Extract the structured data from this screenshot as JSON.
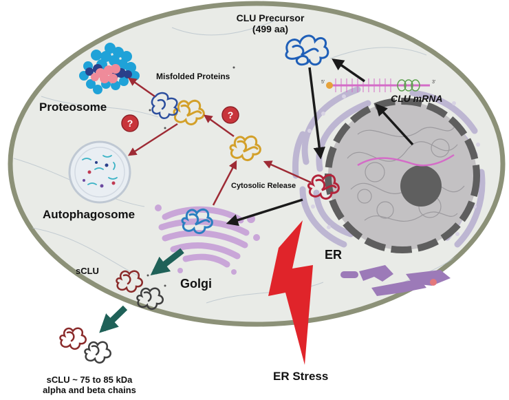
{
  "labels": {
    "clu_precursor_line1": "CLU Precursor",
    "clu_precursor_line2": "(499 aa)",
    "clu_mrna": "CLU mRNA",
    "misfolded_proteins": "Misfolded Proteins",
    "proteosome": "Proteosome",
    "autophagosome": "Autophagosome",
    "cytosolic_release": "Cytosolic Release",
    "er": "ER",
    "golgi": "Golgi",
    "sclu": "sCLU",
    "er_stress": "ER Stress",
    "sclu_size_line1": "sCLU ~ 75 to 85 kDa",
    "sclu_size_line2": "alpha and beta chains",
    "question_mark": "?",
    "mrna_5prime": "5'",
    "mrna_3prime": "3'"
  },
  "colors": {
    "cell_fill": "#e9ebe7",
    "cell_border": "#8c9178",
    "er_purple": "#bdb6d2",
    "nucleus_gray": "#c3c1c3",
    "nucleolus": "#5f5f5f",
    "golgi_purple": "#c9a6d8",
    "mito_purple": "#9c7ab8",
    "precursor_blue": "#1f5fb8",
    "er_red": "#b3233a",
    "cytosolic_gold": "#d3a02a",
    "misfolded_blue": "#2d4f9e",
    "golgi_blue": "#2a7fc0",
    "sclu_darkred": "#8a2a2a",
    "sclu_gray": "#3f3f3f",
    "maroon_arrow": "#9e2b35",
    "black_arrow": "#1a1a1a",
    "teal_arrow": "#1f6158",
    "lightning_red": "#e0242a",
    "question_badge": "#c8353b",
    "mrna_pink": "#d46cc7",
    "mrna_green": "#5ca04e",
    "proteasome_cyan": "#1fa2d8",
    "proteasome_pink": "#ef8b9a",
    "proteasome_navy": "#2a3f8a"
  }
}
